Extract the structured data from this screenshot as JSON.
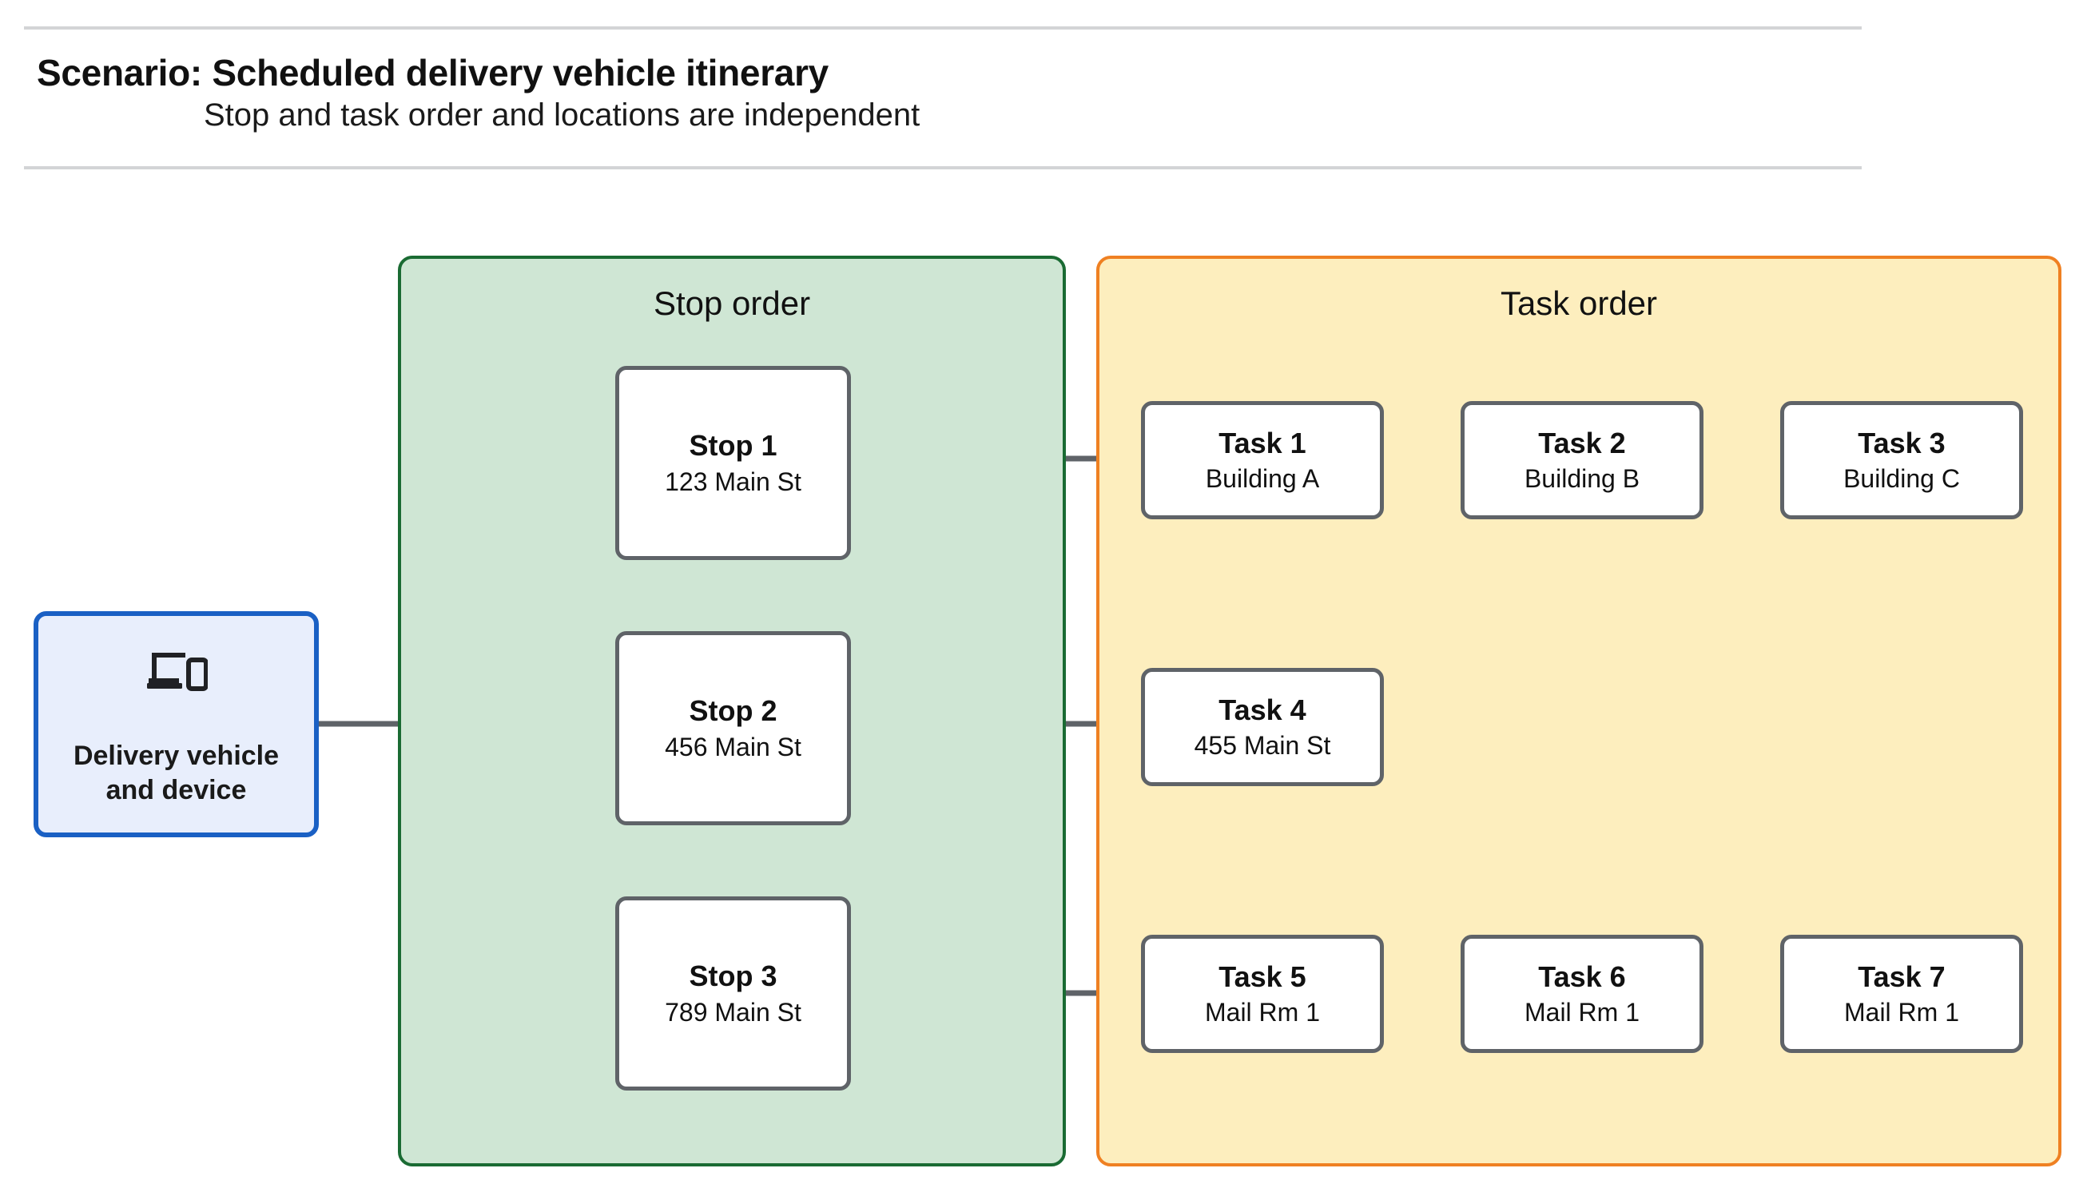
{
  "header": {
    "title": "Scenario: Scheduled delivery vehicle itinerary",
    "subtitle": "Stop and task order and locations are independent"
  },
  "diagram": {
    "type": "flow-diagram",
    "source_node": {
      "label_line_1": "Delivery vehicle",
      "label_line_2": "and device",
      "label": "Delivery vehicle and device",
      "icon": "devices-icon",
      "fill_color": "#e8eefc",
      "border_color": "#1a60c4"
    },
    "panels": [
      {
        "id": "stop-order",
        "title": "Stop order",
        "fill_color": "#cfe6d4",
        "border_color": "#1a6b33"
      },
      {
        "id": "task-order",
        "title": "Task order",
        "fill_color": "#fdeebe",
        "border_color": "#ef8022"
      }
    ],
    "stops": [
      {
        "title": "Stop 1",
        "location": "123 Main St"
      },
      {
        "title": "Stop 2",
        "location": "456 Main St"
      },
      {
        "title": "Stop 3",
        "location": "789 Main St"
      }
    ],
    "task_rows": [
      {
        "stop": "Stop 1",
        "tasks": [
          {
            "title": "Task 1",
            "location": "Building A"
          },
          {
            "title": "Task 2",
            "location": "Building B"
          },
          {
            "title": "Task 3",
            "location": "Building C"
          }
        ]
      },
      {
        "stop": "Stop 2",
        "tasks": [
          {
            "title": "Task 4",
            "location": "455 Main St"
          }
        ]
      },
      {
        "stop": "Stop 3",
        "tasks": [
          {
            "title": "Task 5",
            "location": "Mail Rm 1"
          },
          {
            "title": "Task 6",
            "location": "Mail Rm 1"
          },
          {
            "title": "Task 7",
            "location": "Mail Rm 1"
          }
        ]
      }
    ],
    "connector_color": "#5f6368",
    "node_border_color": "#5f6368",
    "node_fill_color": "#ffffff"
  }
}
